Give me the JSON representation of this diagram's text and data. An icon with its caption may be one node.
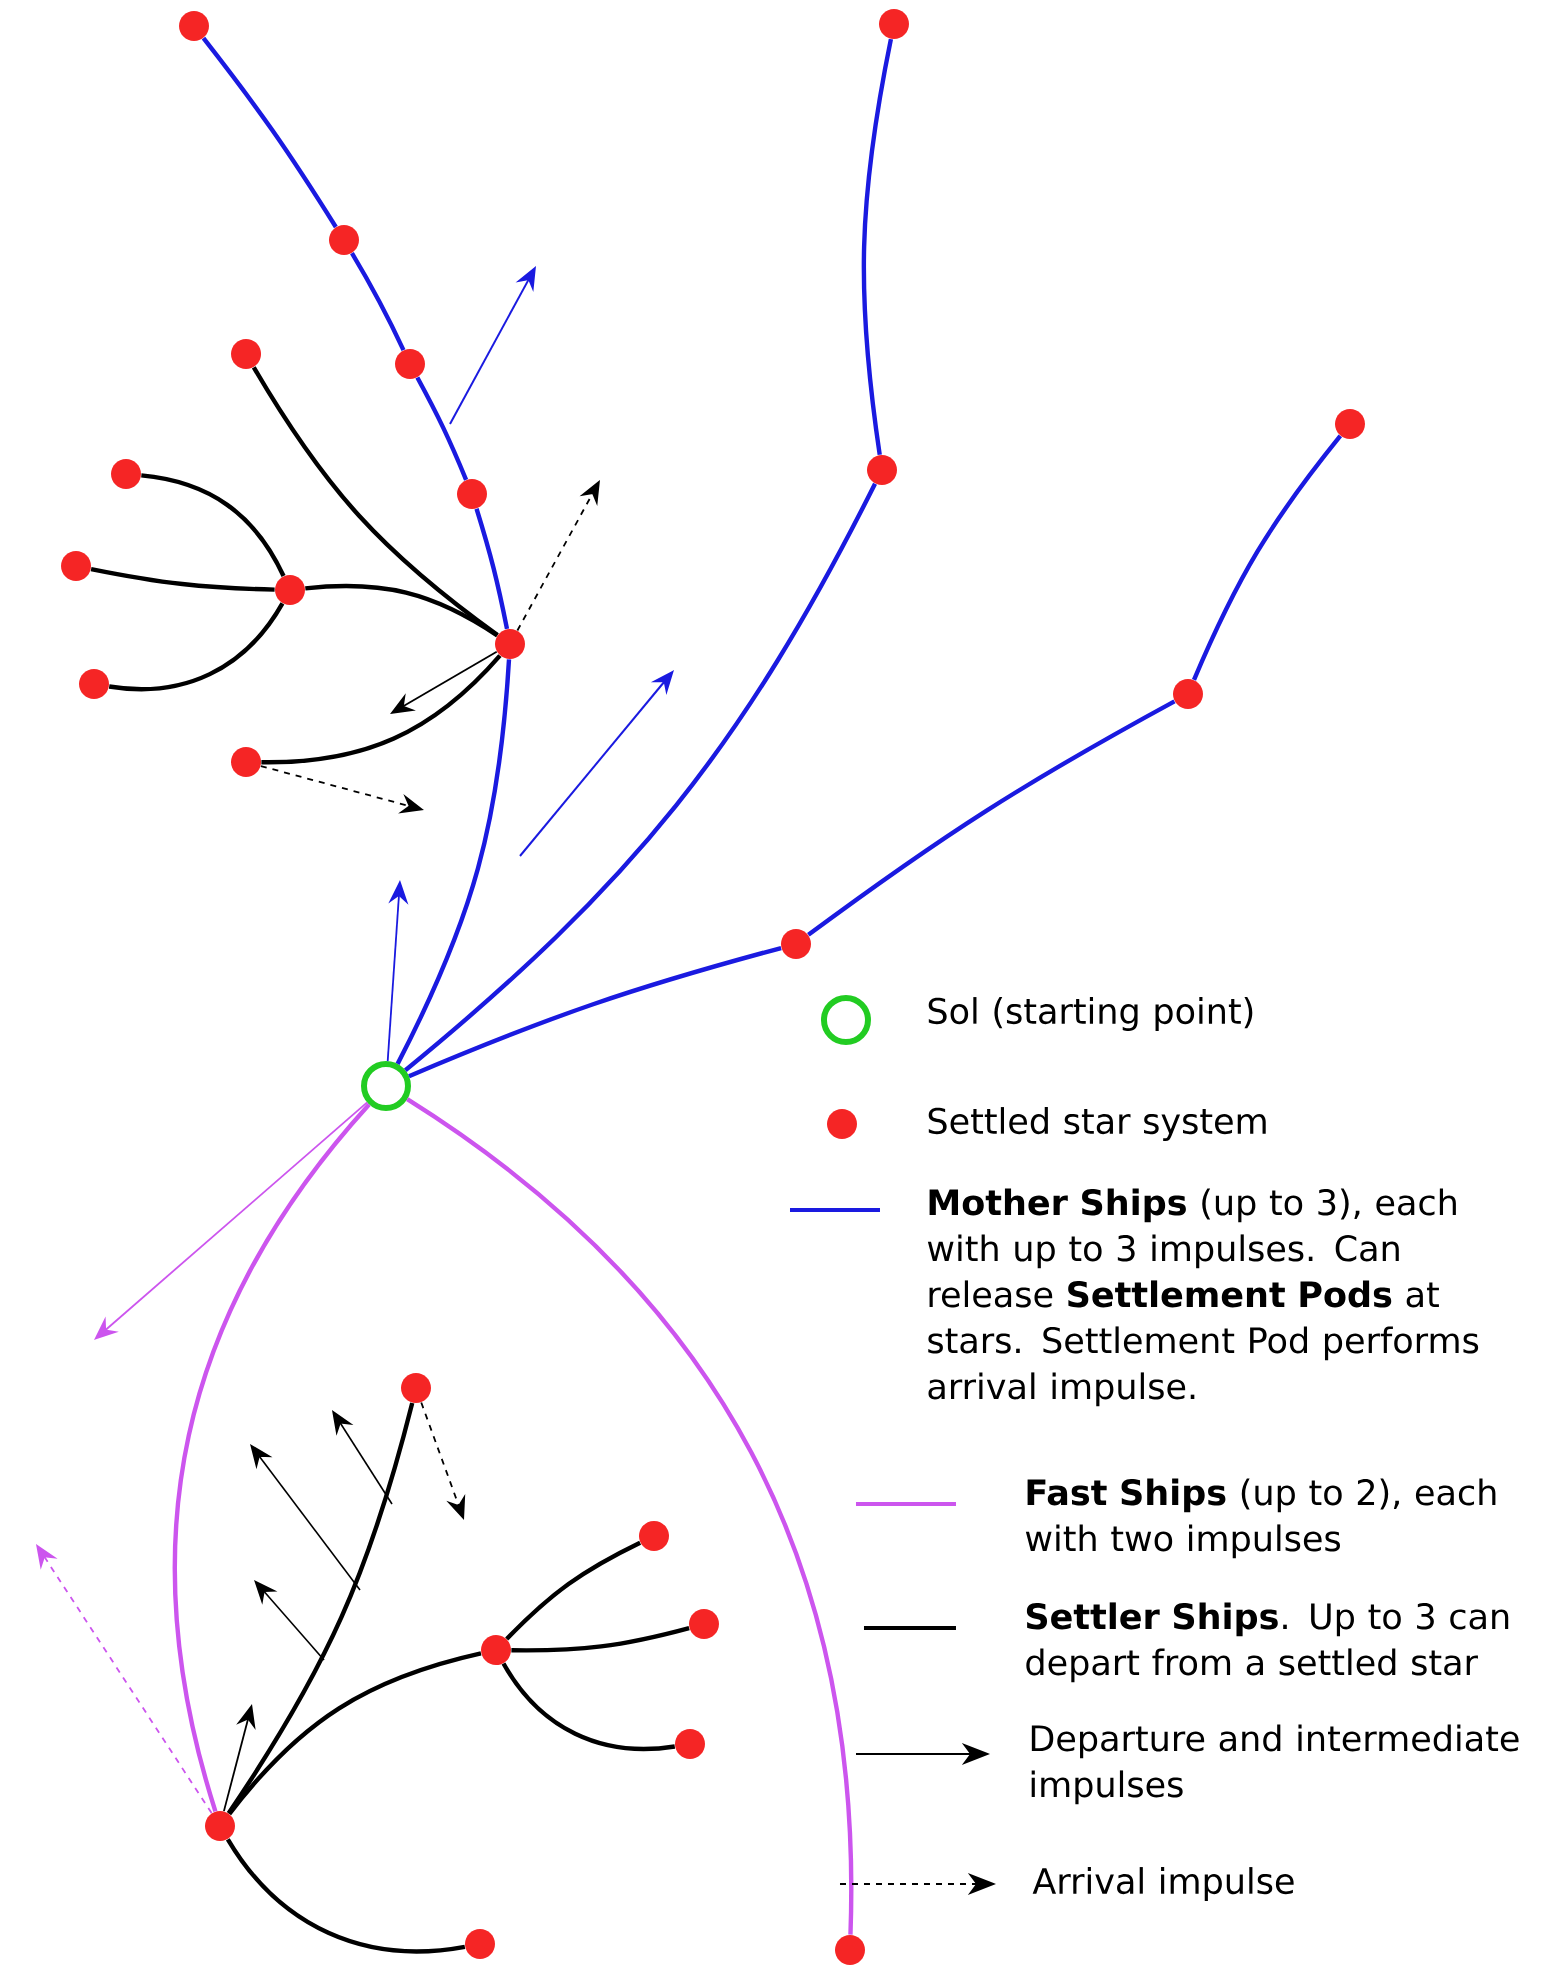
{
  "diagram": {
    "nodes": [
      {
        "text": [],
        "shape": "circle"
      },
      {
        "text": [],
        "shape": "circle"
      },
      {
        "text": [],
        "shape": "circle"
      },
      {
        "text": [],
        "shape": "circle"
      },
      {
        "text": [],
        "shape": "circle"
      },
      {
        "text": [],
        "shape": "circle"
      },
      {
        "text": [],
        "shape": "circle"
      },
      {
        "text": [],
        "shape": "circle"
      },
      {
        "text": [],
        "shape": "circle"
      },
      {
        "text": [],
        "shape": "circle"
      },
      {
        "text": [],
        "shape": "circle"
      },
      {
        "text": [],
        "shape": "circle"
      },
      {
        "text": [],
        "shape": "circle"
      },
      {
        "text": [],
        "shape": "circle"
      },
      {
        "text": [],
        "shape": "circle"
      },
      {
        "text": [],
        "shape": "circle"
      },
      {
        "text": [],
        "shape": "circle"
      },
      {
        "text": [],
        "shape": "circle"
      },
      {
        "text": [],
        "shape": "circle"
      },
      {
        "text": [],
        "shape": "circle"
      },
      {
        "text": [],
        "shape": "circle"
      },
      {
        "text": [],
        "shape": "circle"
      },
      {
        "text": [],
        "shape": "circle"
      },
      {
        "text": [],
        "shape": "circle"
      },
      {
        "text": [],
        "shape": "circle"
      }
    ],
    "edges": [
      {
        "from": 0,
        "to": 1,
        "arrow": "none",
        "color": "#1a1ae0"
      },
      {
        "from": 1,
        "to": 2,
        "arrow": "none",
        "color": "#1a1ae0"
      },
      {
        "from": 2,
        "to": 3,
        "arrow": "none",
        "color": "#1a1ae0"
      },
      {
        "from": 3,
        "to": 4,
        "arrow": "none",
        "color": "#1a1ae0"
      },
      {
        "from": 4,
        "to": 5,
        "arrow": "none",
        "color": "#1a1ae0"
      },
      {
        "from": 0,
        "to": 6,
        "arrow": "none",
        "color": "#1a1ae0"
      },
      {
        "from": 6,
        "to": 7,
        "arrow": "none",
        "color": "#1a1ae0"
      },
      {
        "from": 0,
        "to": 8,
        "arrow": "none",
        "color": "#1a1ae0"
      },
      {
        "from": 8,
        "to": 9,
        "arrow": "none",
        "color": "#1a1ae0"
      },
      {
        "from": 9,
        "to": 10,
        "arrow": "none",
        "color": "#1a1ae0"
      },
      {
        "from": 1,
        "to": 11,
        "arrow": "none"
      },
      {
        "from": 11,
        "to": 14,
        "arrow": "none"
      },
      {
        "from": 11,
        "to": 15,
        "arrow": "none"
      },
      {
        "from": 11,
        "to": 16,
        "arrow": "none"
      },
      {
        "from": 1,
        "to": 12,
        "arrow": "none"
      },
      {
        "from": 1,
        "to": 13,
        "arrow": "none"
      },
      {
        "from": 0,
        "to": 18,
        "arrow": "none",
        "color": "#cc55ee"
      },
      {
        "from": 0,
        "to": 24,
        "arrow": "none",
        "color": "#cc55ee"
      },
      {
        "from": 18,
        "to": 17,
        "arrow": "none"
      },
      {
        "from": 18,
        "to": 19,
        "arrow": "none"
      },
      {
        "from": 18,
        "to": 23,
        "arrow": "none"
      },
      {
        "from": 19,
        "to": 20,
        "arrow": "none"
      },
      {
        "from": 19,
        "to": 21,
        "arrow": "none"
      },
      {
        "from": 19,
        "to": 22,
        "arrow": "none"
      },
      {
        "from": 0,
        "to": null,
        "arrow": "to",
        "color": "#1a1ae0"
      },
      {
        "from": 1,
        "to": null,
        "arrow": "to",
        "style": "dashed"
      },
      {
        "from": 1,
        "to": null,
        "arrow": "to"
      },
      {
        "from": 13,
        "to": null,
        "arrow": "to",
        "style": "dashed"
      },
      {
        "from": 0,
        "to": null,
        "arrow": "to",
        "color": "#cc55ee"
      },
      {
        "from": 18,
        "to": null,
        "arrow": "to",
        "style": "dashed",
        "color": "#cc55ee"
      },
      {
        "from": 18,
        "to": null,
        "arrow": "to"
      },
      {
        "from": 17,
        "to": null,
        "arrow": "to",
        "style": "dashed"
      }
    ],
    "legend": [
      {
        "text": "Sol (starting point)"
      },
      {
        "text": "Settled star system"
      },
      {
        "text": "**Mother Ships** (up to 3), each with up to 3 impulses. Can release **Settlement Pods** at stars.  Settlement Pod performs arrival impulse."
      },
      {
        "text": "**Fast Ships** (up to 2), each with two impulses"
      },
      {
        "text": "**Settler Ships**. Up to 3 can depart from a settled star"
      },
      {
        "text": "Departure and intermediate impulses"
      },
      {
        "text": "Arrival impulse"
      }
    ]
  }
}
